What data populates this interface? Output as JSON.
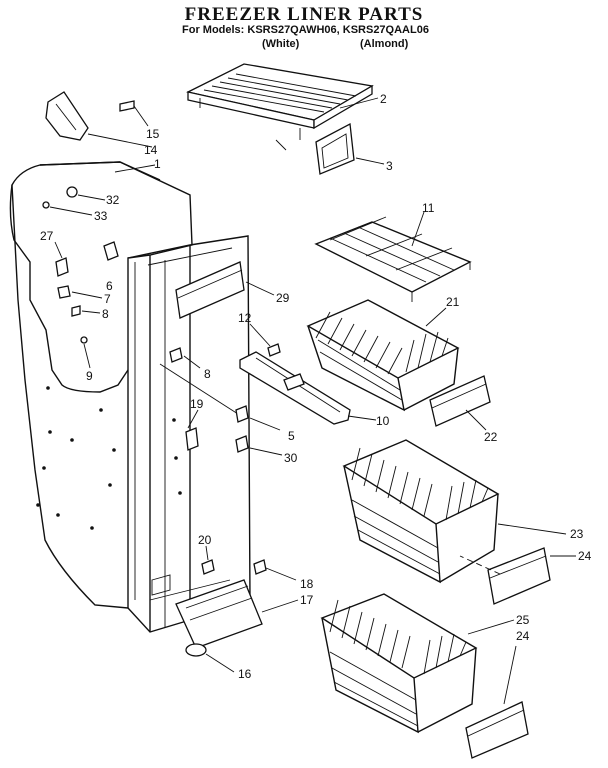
{
  "header": {
    "title": "FREEZER LINER PARTS",
    "models": "For Models: KSRS27QAWH06, KSRS27QAAL06",
    "variant_white": "(White)",
    "variant_almond": "(Almond)"
  },
  "callouts": [
    {
      "id": "c2",
      "text": "2"
    },
    {
      "id": "c3",
      "text": "3"
    },
    {
      "id": "c15",
      "text": "15"
    },
    {
      "id": "c14",
      "text": "14"
    },
    {
      "id": "c1",
      "text": "1"
    },
    {
      "id": "c32",
      "text": "32"
    },
    {
      "id": "c33",
      "text": "33"
    },
    {
      "id": "c27",
      "text": "27"
    },
    {
      "id": "c6",
      "text": "6"
    },
    {
      "id": "c7",
      "text": "7"
    },
    {
      "id": "c8a",
      "text": "8"
    },
    {
      "id": "c9",
      "text": "9"
    },
    {
      "id": "c11",
      "text": "11"
    },
    {
      "id": "c29",
      "text": "29"
    },
    {
      "id": "c21",
      "text": "21"
    },
    {
      "id": "c12",
      "text": "12"
    },
    {
      "id": "c8b",
      "text": "8"
    },
    {
      "id": "c10",
      "text": "10"
    },
    {
      "id": "c19",
      "text": "19"
    },
    {
      "id": "c5",
      "text": "5"
    },
    {
      "id": "c30",
      "text": "30"
    },
    {
      "id": "c22",
      "text": "22"
    },
    {
      "id": "c23",
      "text": "23"
    },
    {
      "id": "c24a",
      "text": "24"
    },
    {
      "id": "c20",
      "text": "20"
    },
    {
      "id": "c18",
      "text": "18"
    },
    {
      "id": "c17",
      "text": "17"
    },
    {
      "id": "c25",
      "text": "25"
    },
    {
      "id": "c24b",
      "text": "24"
    },
    {
      "id": "c16",
      "text": "16"
    }
  ]
}
